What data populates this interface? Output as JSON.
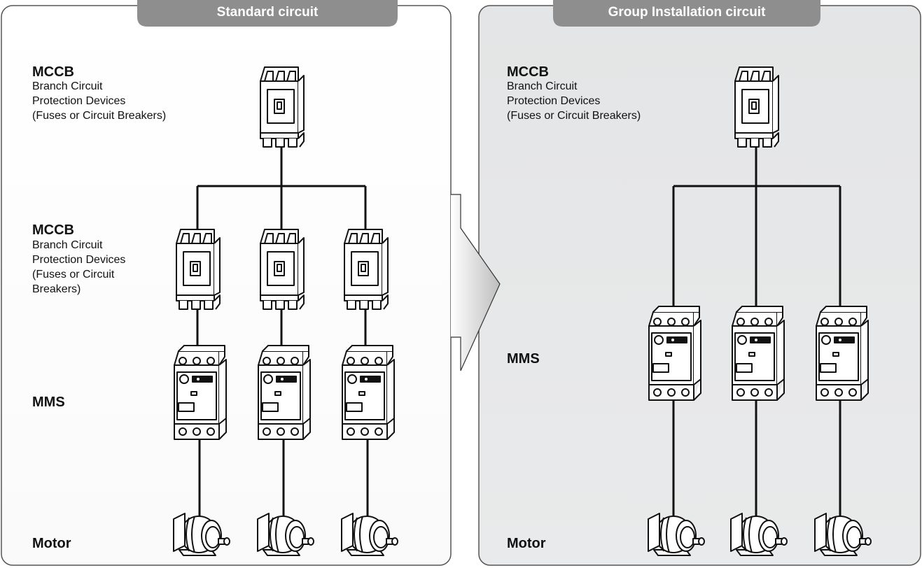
{
  "left_panel": {
    "title": "Standard circuit",
    "labels": {
      "mccb_top": "MCCB",
      "mccb_top_desc": [
        "Branch Circuit",
        "Protection Devices",
        "(Fuses or Circuit Breakers)"
      ],
      "mccb_branch": "MCCB",
      "mccb_branch_desc": [
        "Branch Circuit",
        "Protection Devices",
        "(Fuses or Circuit",
        "Breakers)"
      ],
      "mms": "MMS",
      "motor": "Motor"
    }
  },
  "right_panel": {
    "title": "Group Installation circuit",
    "labels": {
      "mccb_top": "MCCB",
      "mccb_top_desc": [
        "Branch Circuit",
        "Protection Devices",
        "(Fuses or Circuit Breakers)"
      ],
      "mms": "MMS",
      "motor": "Motor"
    }
  },
  "colors": {
    "left_panel_bg": "#ffffff",
    "right_panel_bg": "#e6e7e8",
    "tab_bg": "#8e8e8e",
    "line": "#111111",
    "arrow_fill": "#c8c8c8"
  },
  "icons": [
    "mccb-breaker-icon",
    "motor-starter-icon",
    "electric-motor-icon",
    "transition-arrow-icon"
  ]
}
